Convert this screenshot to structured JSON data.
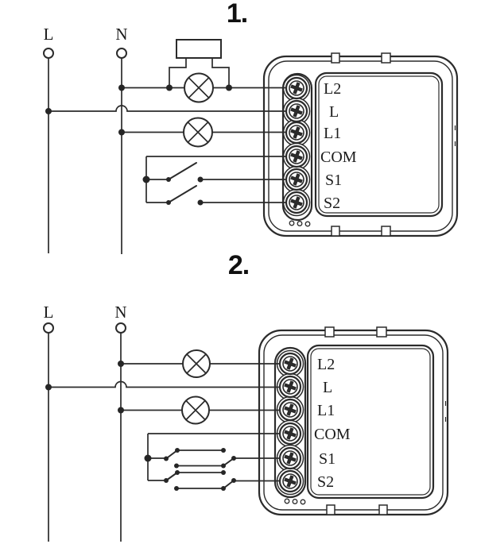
{
  "canvas": {
    "background": "#ffffff",
    "line_color": "#2b2b2b"
  },
  "icons": {
    "lamp-icon": "circle with X cross",
    "screw-terminal-icon": "phillips screw head",
    "power-terminal-icon": "open circle"
  },
  "diagrams": [
    {
      "title": "1.",
      "live_label": "L",
      "neutral_label": "N",
      "terminals": [
        "L2",
        "L",
        "L1",
        "COM",
        "S1",
        "S2"
      ]
    },
    {
      "title": "2.",
      "live_label": "L",
      "neutral_label": "N",
      "terminals": [
        "L2",
        "L",
        "L1",
        "COM",
        "S1",
        "S2"
      ]
    }
  ]
}
